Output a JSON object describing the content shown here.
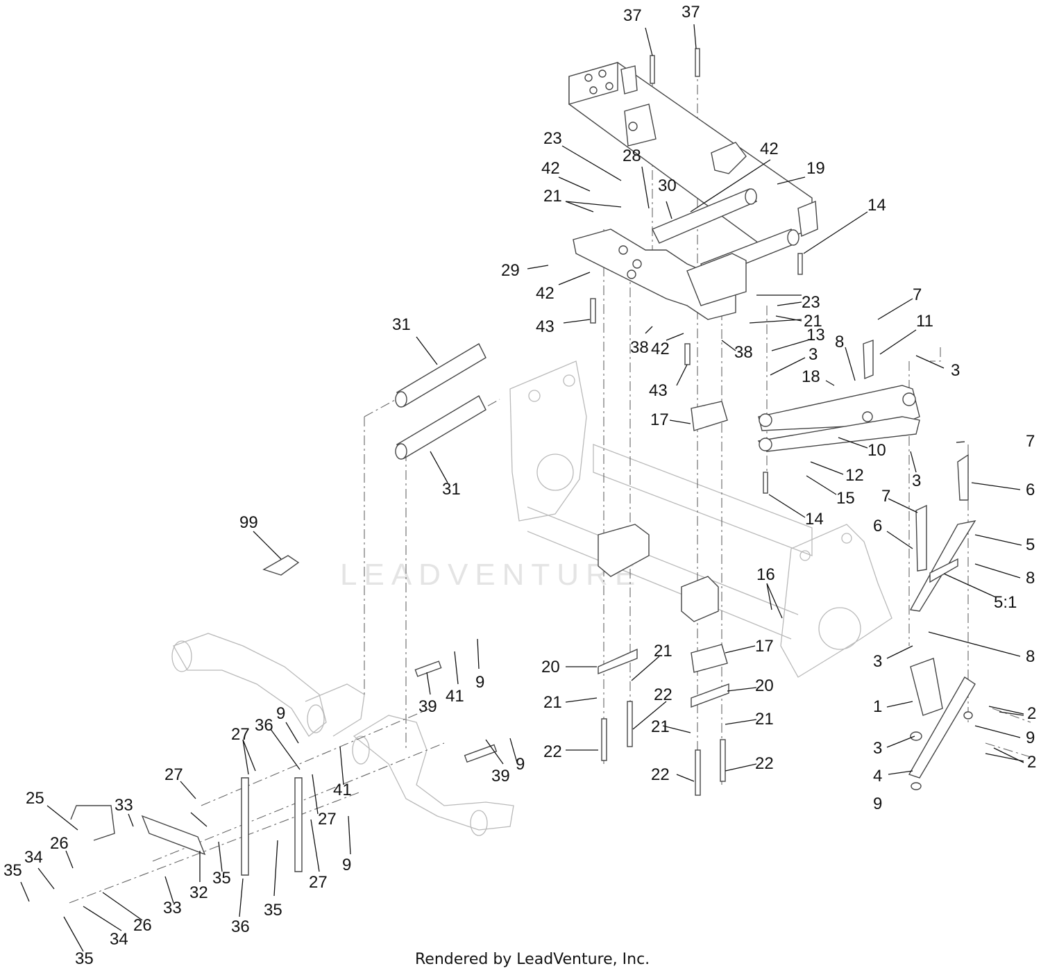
{
  "footer": "Rendered by LeadVenture, Inc.",
  "watermark": "LEADVENTURE",
  "callouts": [
    {
      "id": "c37a",
      "text": "37"
    },
    {
      "id": "c37b",
      "text": "37"
    },
    {
      "id": "c23a",
      "text": "23"
    },
    {
      "id": "c28",
      "text": "28"
    },
    {
      "id": "c42a",
      "text": "42"
    },
    {
      "id": "c19",
      "text": "19"
    },
    {
      "id": "c42b",
      "text": "42"
    },
    {
      "id": "c21a",
      "text": "21"
    },
    {
      "id": "c30",
      "text": "30"
    },
    {
      "id": "c14a",
      "text": "14"
    },
    {
      "id": "c29",
      "text": "29"
    },
    {
      "id": "c42c",
      "text": "42"
    },
    {
      "id": "c23b",
      "text": "23"
    },
    {
      "id": "c21b",
      "text": "21"
    },
    {
      "id": "c7a",
      "text": "7"
    },
    {
      "id": "c11",
      "text": "11"
    },
    {
      "id": "c43a",
      "text": "43"
    },
    {
      "id": "c31a",
      "text": "31"
    },
    {
      "id": "c38a",
      "text": "38"
    },
    {
      "id": "c42d",
      "text": "42"
    },
    {
      "id": "c38b",
      "text": "38"
    },
    {
      "id": "c13",
      "text": "13"
    },
    {
      "id": "c8a",
      "text": "8"
    },
    {
      "id": "c3a",
      "text": "3"
    },
    {
      "id": "c3b",
      "text": "3"
    },
    {
      "id": "c18",
      "text": "18"
    },
    {
      "id": "c43b",
      "text": "43"
    },
    {
      "id": "c17a",
      "text": "17"
    },
    {
      "id": "c10",
      "text": "10"
    },
    {
      "id": "c7b",
      "text": "7"
    },
    {
      "id": "c12",
      "text": "12"
    },
    {
      "id": "c3c",
      "text": "3"
    },
    {
      "id": "c31b",
      "text": "31"
    },
    {
      "id": "c6a",
      "text": "6"
    },
    {
      "id": "c15",
      "text": "15"
    },
    {
      "id": "c7c",
      "text": "7"
    },
    {
      "id": "c14b",
      "text": "14"
    },
    {
      "id": "c99",
      "text": "99"
    },
    {
      "id": "c6b",
      "text": "6"
    },
    {
      "id": "c5",
      "text": "5"
    },
    {
      "id": "c8b",
      "text": "8"
    },
    {
      "id": "c16",
      "text": "16"
    },
    {
      "id": "c51",
      "text": "5:1"
    },
    {
      "id": "c17b",
      "text": "17"
    },
    {
      "id": "c21c",
      "text": "21"
    },
    {
      "id": "c8c",
      "text": "8"
    },
    {
      "id": "c3d",
      "text": "3"
    },
    {
      "id": "c20a",
      "text": "20"
    },
    {
      "id": "c20b",
      "text": "20"
    },
    {
      "id": "c9a",
      "text": "9"
    },
    {
      "id": "c39a",
      "text": "39"
    },
    {
      "id": "c41a",
      "text": "41"
    },
    {
      "id": "c22a",
      "text": "22"
    },
    {
      "id": "c1",
      "text": "1"
    },
    {
      "id": "c2a",
      "text": "2"
    },
    {
      "id": "c21d",
      "text": "21"
    },
    {
      "id": "c21e",
      "text": "21"
    },
    {
      "id": "c21f",
      "text": "21"
    },
    {
      "id": "c9b",
      "text": "9"
    },
    {
      "id": "c27a",
      "text": "27"
    },
    {
      "id": "c36a",
      "text": "36"
    },
    {
      "id": "c9c",
      "text": "9"
    },
    {
      "id": "c22b",
      "text": "22"
    },
    {
      "id": "c3e",
      "text": "3"
    },
    {
      "id": "c2b",
      "text": "2"
    },
    {
      "id": "c39b",
      "text": "39"
    },
    {
      "id": "c9d",
      "text": "9"
    },
    {
      "id": "c41b",
      "text": "41"
    },
    {
      "id": "c22c",
      "text": "22"
    },
    {
      "id": "c22d",
      "text": "22"
    },
    {
      "id": "c4",
      "text": "4"
    },
    {
      "id": "c27b",
      "text": "27"
    },
    {
      "id": "c25",
      "text": "25"
    },
    {
      "id": "c33a",
      "text": "33"
    },
    {
      "id": "c9e",
      "text": "9"
    },
    {
      "id": "c27c",
      "text": "27"
    },
    {
      "id": "c26a",
      "text": "26"
    },
    {
      "id": "c35a",
      "text": "35"
    },
    {
      "id": "c34a",
      "text": "34"
    },
    {
      "id": "c32",
      "text": "32"
    },
    {
      "id": "c35b",
      "text": "35"
    },
    {
      "id": "c9f",
      "text": "9"
    },
    {
      "id": "c27d",
      "text": "27"
    },
    {
      "id": "c33b",
      "text": "33"
    },
    {
      "id": "c35c",
      "text": "35"
    },
    {
      "id": "c26b",
      "text": "26"
    },
    {
      "id": "c36b",
      "text": "36"
    },
    {
      "id": "c34b",
      "text": "34"
    },
    {
      "id": "c35d",
      "text": "35"
    }
  ]
}
